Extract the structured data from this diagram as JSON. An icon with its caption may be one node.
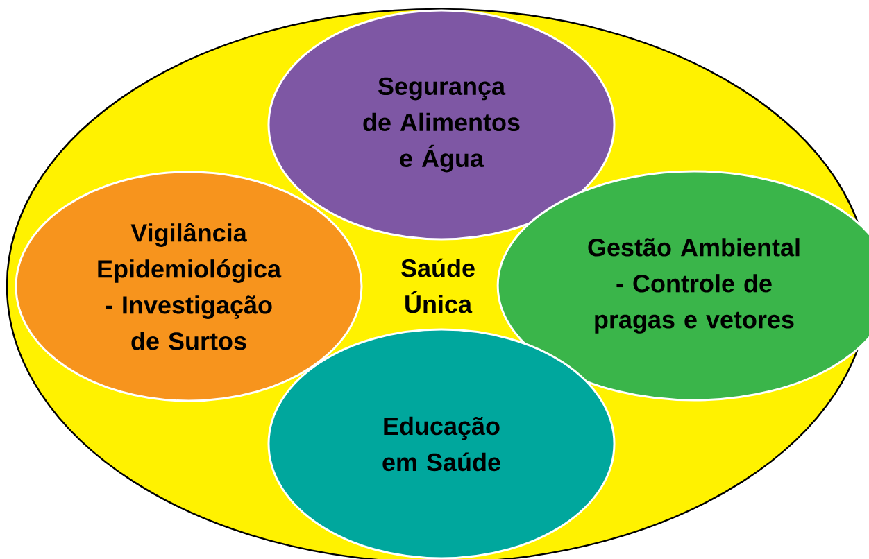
{
  "diagram": {
    "nodes": [
      {
        "text": [
          "Saúde Única"
        ]
      },
      {
        "text": [
          "Segurança de Alimentos e Água"
        ],
        "in": 0
      },
      {
        "text": [
          "Vigilância Epidemiológica - Investigação de Surtos"
        ],
        "in": 0
      },
      {
        "text": [
          "Gestão Ambiental - Controle de pragas e vetores"
        ],
        "in": 0
      },
      {
        "text": [
          "Educação em Saúde"
        ],
        "in": 0
      }
    ]
  }
}
